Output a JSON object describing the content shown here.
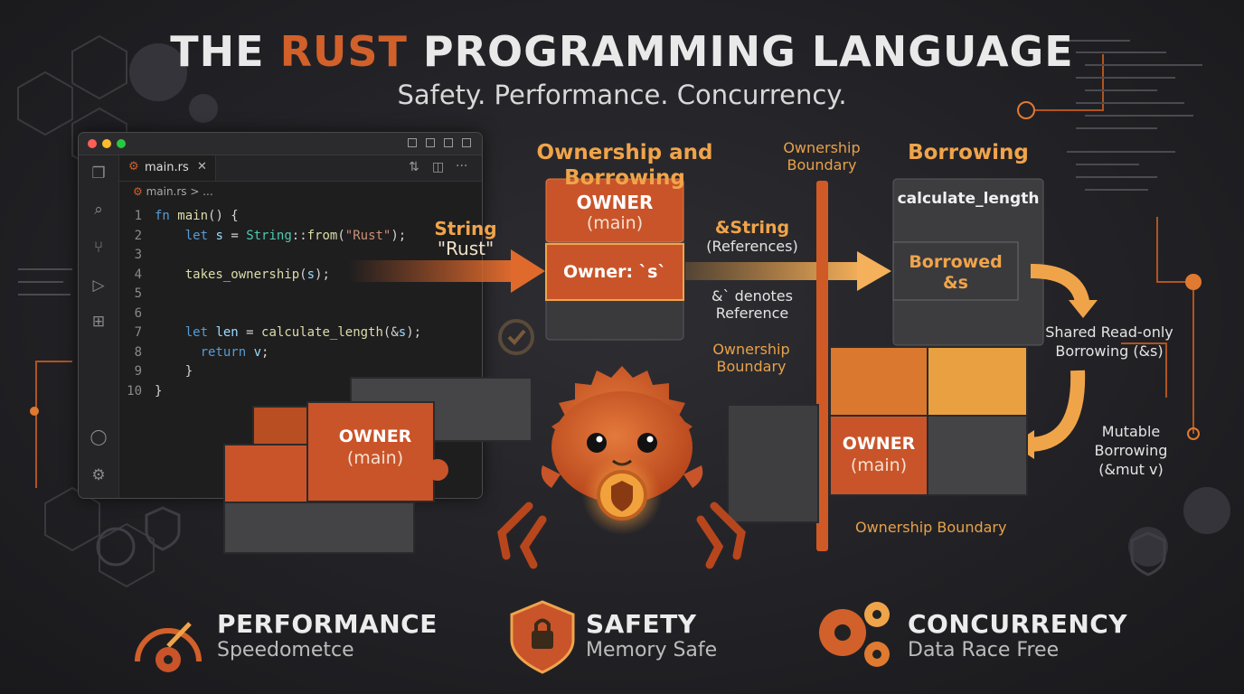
{
  "title": {
    "prefix": "THE ",
    "highlight": "RUST",
    "suffix": " PROGRAMMING LANGUAGE"
  },
  "subtitle": "Safety. Performance. Concurrency.",
  "editor": {
    "tab_label": "main.rs",
    "breadcrumb": "main.rs > ...",
    "line_numbers": [
      "1",
      "2",
      "3",
      "4",
      "5",
      "6",
      "7",
      "8",
      "9",
      "10"
    ],
    "code_lines": [
      "fn main() {",
      "    let s = String::from(\"Rust\");",
      "",
      "    takes_ownership(s);",
      "",
      "",
      "    let len = calculate_length(&s);",
      "      return v;",
      "    }",
      "}"
    ]
  },
  "diagram": {
    "heading_ownership": "Ownership and Borrowing",
    "heading_borrowing": "Borrowing",
    "string_label": "String",
    "string_value": "\"Rust\"",
    "owner_box_title": "OWNER",
    "owner_box_subtitle": "(main)",
    "owner_var": "Owner: `s`",
    "ref_label": "&String",
    "ref_sub": "(References)",
    "ref_note_1": "&` denotes",
    "ref_note_2": "Reference",
    "boundary_top": [
      "Ownership",
      "Boundary"
    ],
    "boundary_mid": [
      "Ownership",
      "Boundary"
    ],
    "boundary_bottom": "Ownership Boundary",
    "calc_fn": "calculate_length",
    "borrowed_1": "Borrowed",
    "borrowed_2": "&s",
    "shared_1": "Shared Read-only",
    "shared_2": "Borrowing (&s)",
    "mutable_1": "Mutable",
    "mutable_2": "Borrowing",
    "mutable_3": "(&mut v)",
    "puzzle_left_title": "OWNER",
    "puzzle_left_sub": "(main)",
    "puzzle_right_title": "OWNER",
    "puzzle_right_sub": "(main)"
  },
  "features": [
    {
      "title": "PERFORMANCE",
      "subtitle": "Speedometce",
      "icon": "speedometer-gear-icon"
    },
    {
      "title": "SAFETY",
      "subtitle": "Memory Safe",
      "icon": "shield-lock-icon"
    },
    {
      "title": "CONCURRENCY",
      "subtitle": "Data Race Free",
      "icon": "gears-icon"
    }
  ],
  "colors": {
    "rust_orange": "#d2602a",
    "amber": "#f0a44a",
    "background": "#222226"
  }
}
